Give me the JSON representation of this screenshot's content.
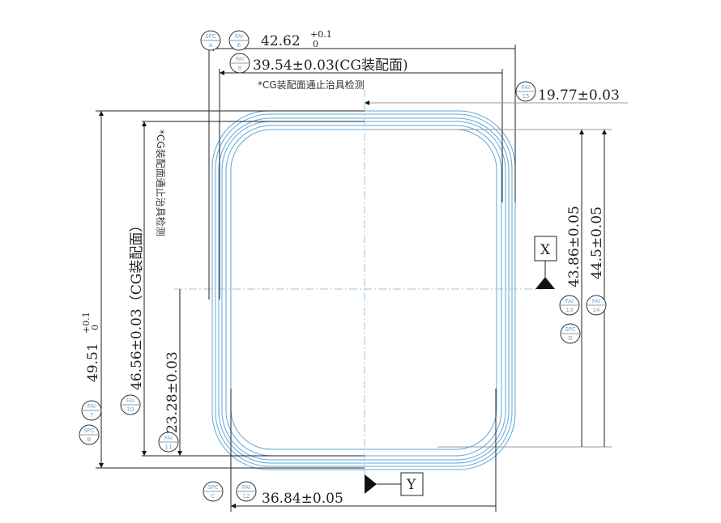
{
  "dimensions": {
    "width_overall": "42.62",
    "width_overall_tol_upper": "+0.1",
    "width_overall_tol_lower": "0",
    "width_cg": "39.54±0.03(CG装配面)",
    "cg_note": "*CG装配面通止治具检测",
    "half_width": "19.77±0.03",
    "height_inner": "43.86±0.05",
    "height_outer": "44.5±0.05",
    "height_overall": "49.51",
    "height_overall_tol_upper": "+0.1",
    "height_overall_tol_lower": "0",
    "height_cg": "46.56±0.03（CG装配面）",
    "height_cg_note": "*CG装配面通止治具检测",
    "half_height": "23.28±0.03",
    "bottom_width": "36.84±0.05"
  },
  "datums": {
    "x": "X",
    "y": "Y"
  },
  "balloons": {
    "spc_a": {
      "top": "SPC",
      "bottom": "A"
    },
    "fai_6": {
      "top": "FAI",
      "bottom": "6"
    },
    "fai_8": {
      "top": "FAI",
      "bottom": "8"
    },
    "fai_15": {
      "top": "FAI",
      "bottom": "15"
    },
    "fai_13": {
      "top": "FAI",
      "bottom": "13"
    },
    "fai_14": {
      "top": "FAI",
      "bottom": "14"
    },
    "spc_d": {
      "top": "SPC",
      "bottom": "D"
    },
    "fai_7": {
      "top": "FAI",
      "bottom": "7"
    },
    "spc_b": {
      "top": "SPC",
      "bottom": "B"
    },
    "fai_10": {
      "top": "FAI",
      "bottom": "10"
    },
    "fai_11": {
      "top": "FAI",
      "bottom": "11"
    },
    "spc_c": {
      "top": "SPC",
      "bottom": "C"
    },
    "fai_12": {
      "top": "FAI",
      "bottom": "12"
    }
  },
  "colors": {
    "outline": "#5ea8d8",
    "balloon_text": "#6aa6d8",
    "lines": "#222222"
  }
}
